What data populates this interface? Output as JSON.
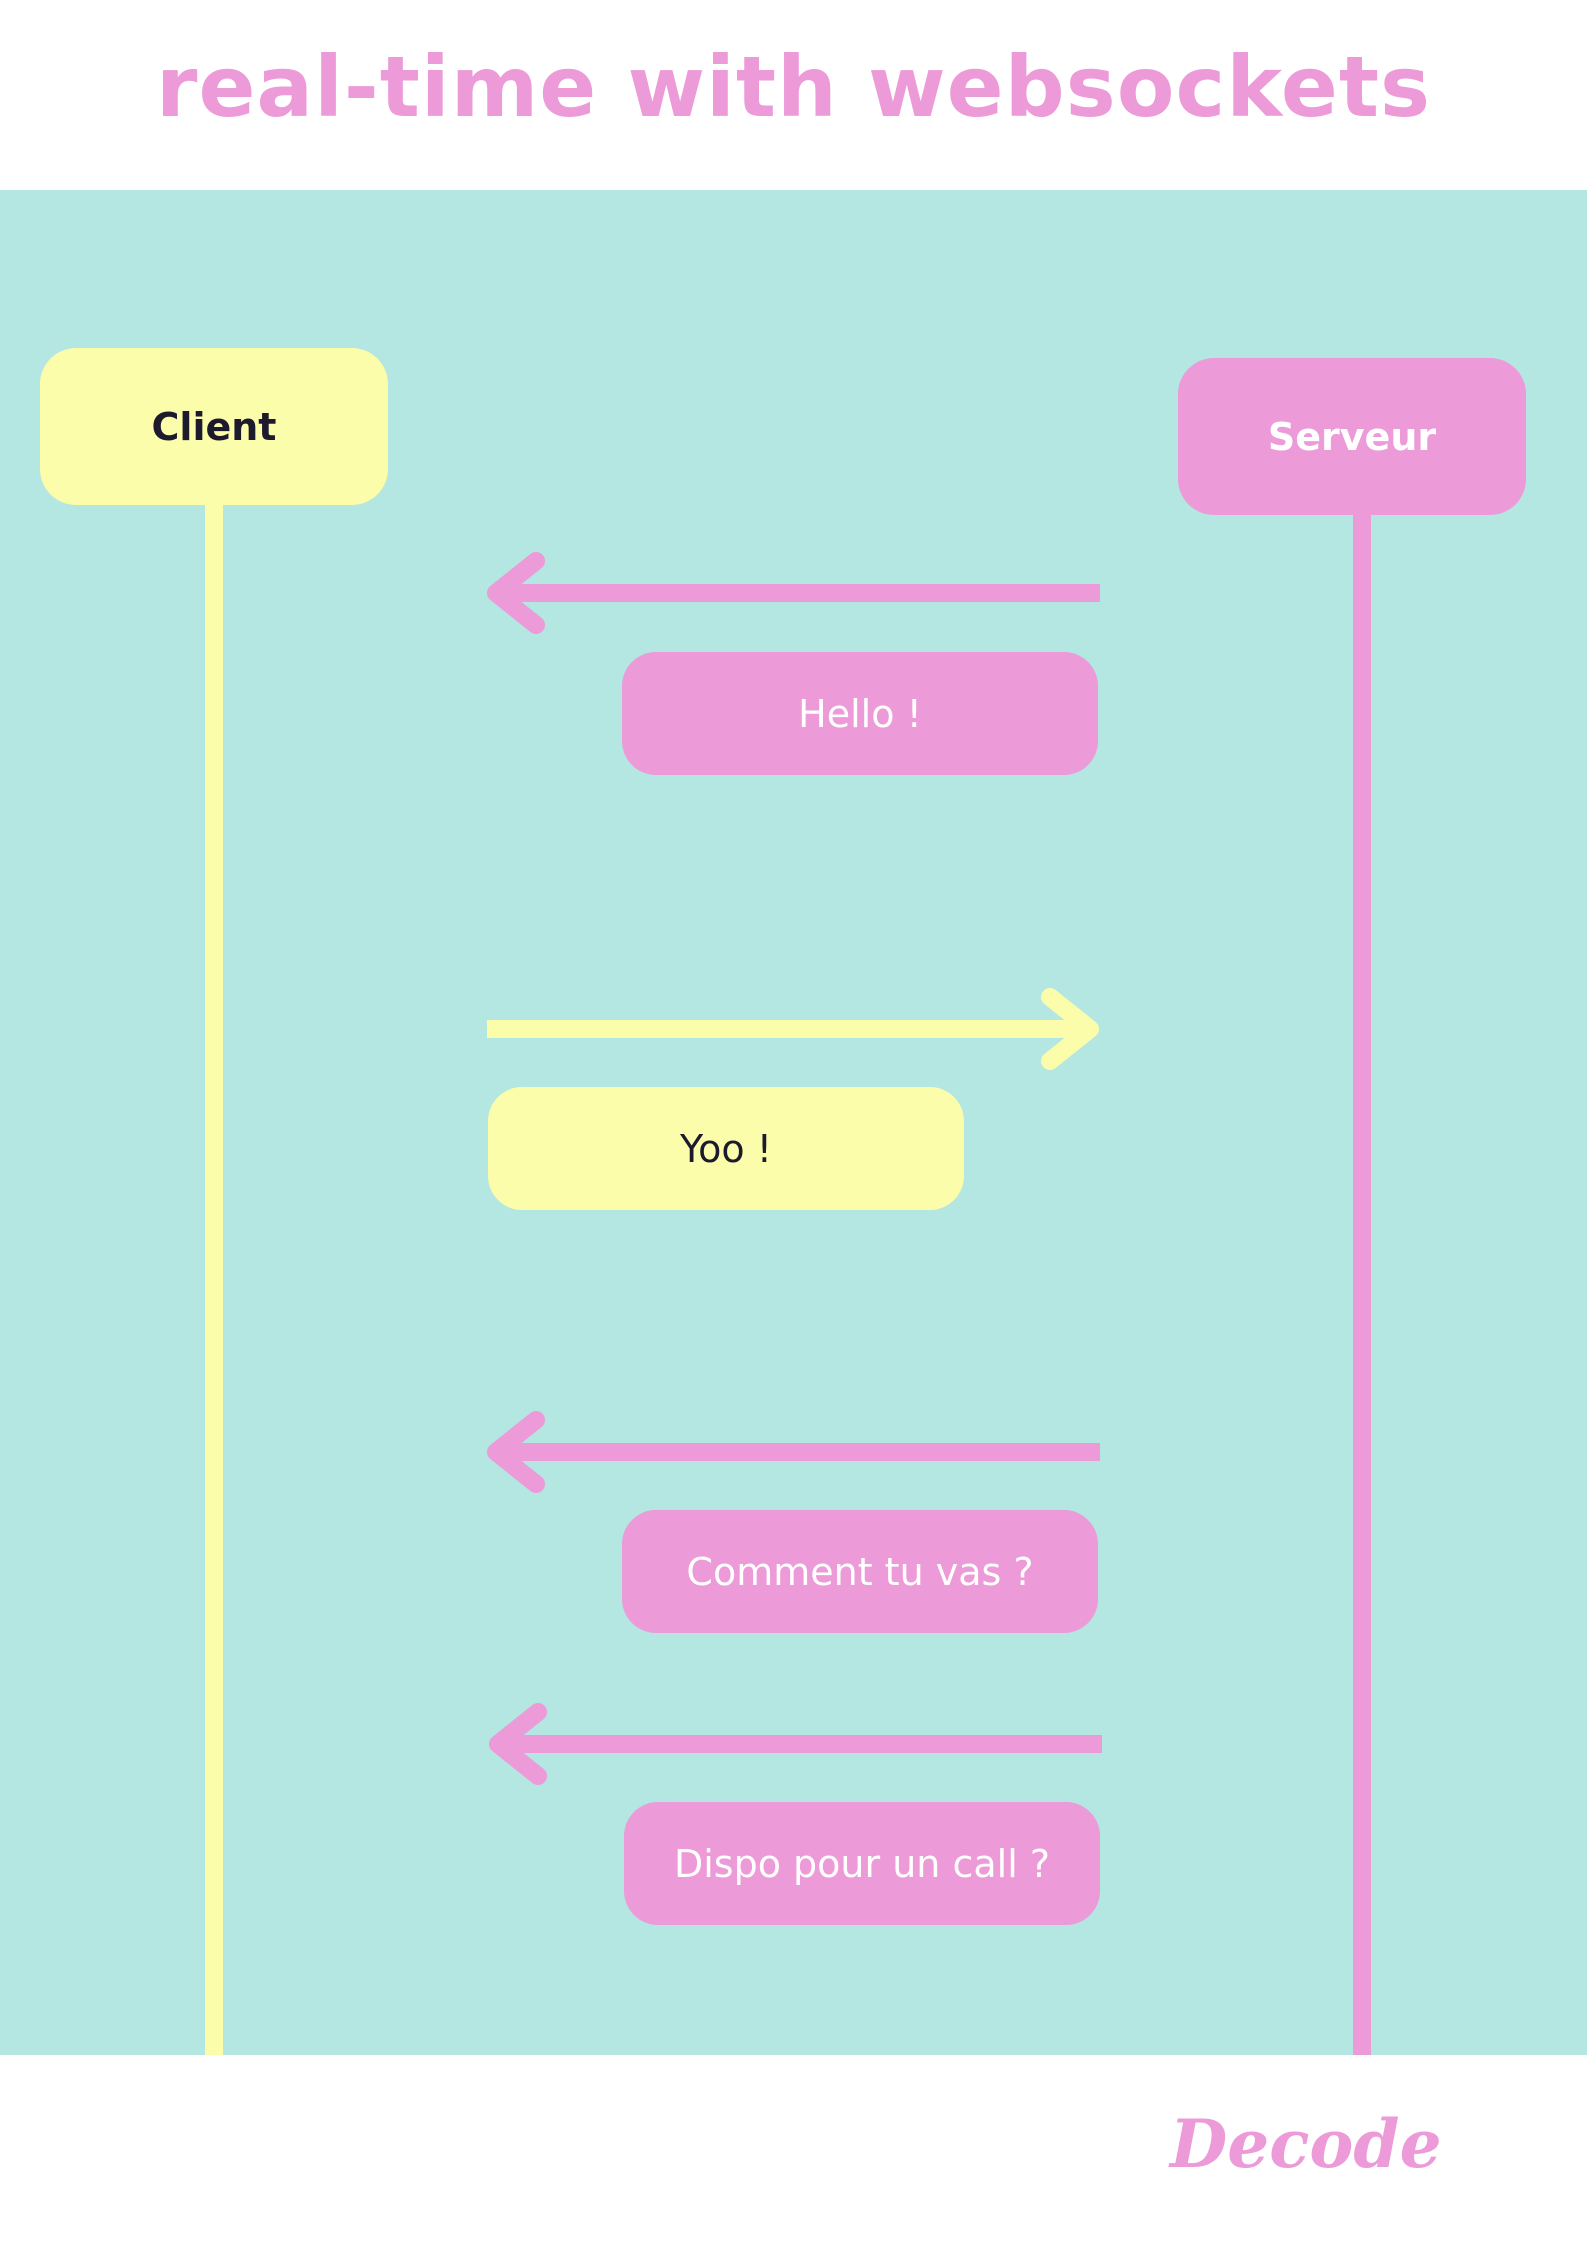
{
  "title": "real-time with websockets",
  "actors": {
    "client": {
      "label": "Client",
      "color": "#fbfdab"
    },
    "server": {
      "label": "Serveur",
      "color": "#ec9ad8"
    }
  },
  "messages": [
    {
      "text": "Hello !",
      "direction": "server-to-client"
    },
    {
      "text": "Yoo !",
      "direction": "client-to-server"
    },
    {
      "text": "Comment tu vas ?",
      "direction": "server-to-client"
    },
    {
      "text": "Dispo pour un call ?",
      "direction": "server-to-client"
    }
  ],
  "colors": {
    "background": "#b4e6e2",
    "accent_pink": "#ec9ad8",
    "accent_yellow": "#fbfdab"
  },
  "brand": "Decode"
}
